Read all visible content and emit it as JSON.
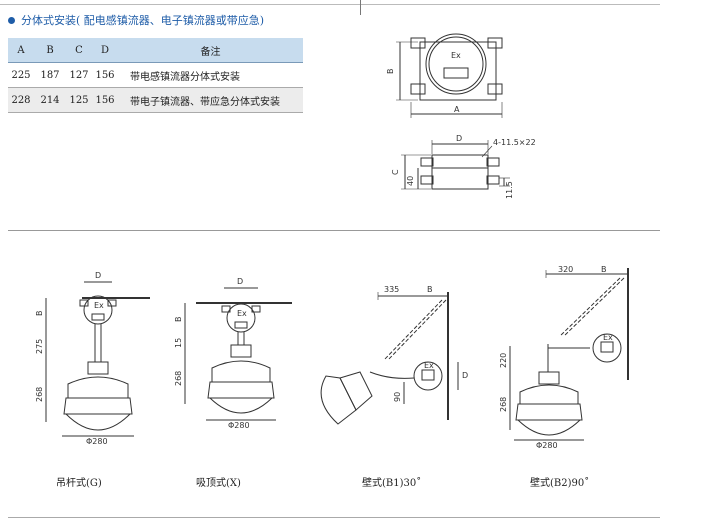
{
  "header": {
    "title": "分体式安装( 配电感镇流器、电子镇流器或带应急)"
  },
  "table": {
    "headers": [
      "A",
      "B",
      "C",
      "D",
      "备注"
    ],
    "rows": [
      [
        "225",
        "187",
        "127",
        "156",
        "带电感镇流器分体式安装"
      ],
      [
        "228",
        "214",
        "125",
        "156",
        "带电子镇流器、带应急分体式安装"
      ]
    ]
  },
  "box_diagram": {
    "label_ex": "Ex",
    "dim_a": "A",
    "dim_b": "B",
    "dim_c": "C",
    "dim_d": "D",
    "dim_40": "40",
    "dim_11_5": "11.5",
    "hole_spec": "4-11.5×22"
  },
  "mount_views": {
    "d_label": "D",
    "b_label": "B",
    "ex_label": "Ex",
    "dim_275": "275",
    "dim_268": "268",
    "dim_15": "15",
    "dim_335": "335",
    "dim_90": "90",
    "dim_320": "320",
    "dim_220": "220",
    "dia_280": "Φ280"
  },
  "captions": {
    "g": "吊杆式(G)",
    "x": "吸顶式(X)",
    "b1": "壁式(B1)30˚",
    "b2": "壁式(B2)90˚"
  }
}
